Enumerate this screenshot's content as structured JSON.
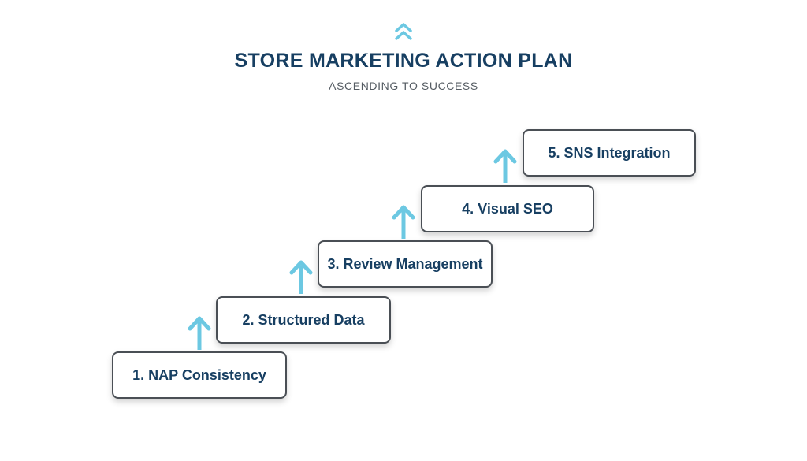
{
  "header": {
    "icon": "double-chevron-up-icon",
    "title": "STORE MARKETING ACTION PLAN",
    "subtitle": "ASCENDING TO SUCCESS"
  },
  "steps": [
    {
      "label": "1. NAP Consistency"
    },
    {
      "label": "2. Structured Data"
    },
    {
      "label": "3. Review Management"
    },
    {
      "label": "4. Visual SEO"
    },
    {
      "label": "5. SNS Integration"
    }
  ],
  "arrow_icon": "arrow-up-icon",
  "colors": {
    "title": "#173f62",
    "subtitle": "#555c63",
    "accent": "#6cc8e2",
    "box_border": "#4a4f55"
  }
}
